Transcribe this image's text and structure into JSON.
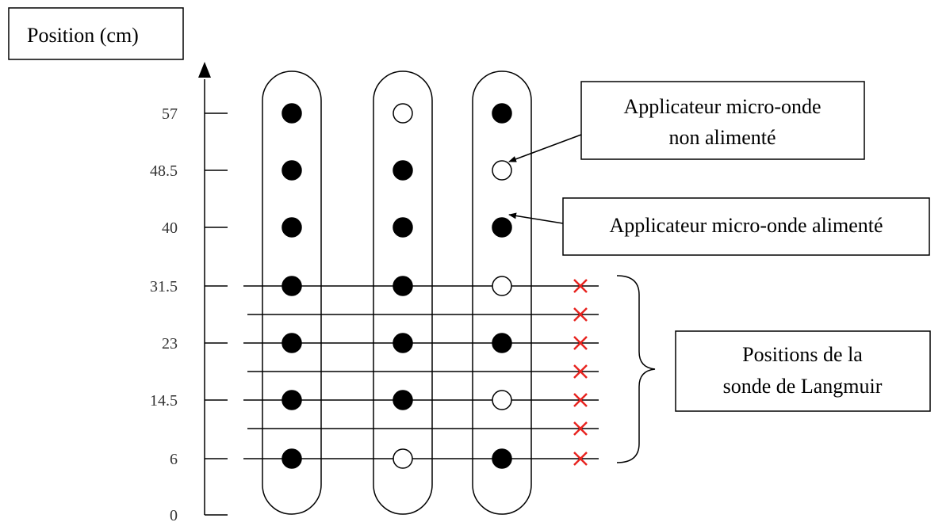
{
  "axis": {
    "title": "Position (cm)",
    "ticks": [
      "57",
      "48.5",
      "40",
      "31.5",
      "23",
      "14.5",
      "6",
      "0"
    ]
  },
  "columns": [
    {
      "states": [
        "on",
        "on",
        "on",
        "on",
        "on",
        "on",
        "on"
      ]
    },
    {
      "states": [
        "off",
        "on",
        "on",
        "on",
        "on",
        "on",
        "off"
      ]
    },
    {
      "states": [
        "on",
        "off",
        "on",
        "off",
        "on",
        "off",
        "on"
      ]
    }
  ],
  "callouts": {
    "off_label_line1": "Applicateur micro-onde",
    "off_label_line2": "non alimenté",
    "on_label": "Applicateur micro-onde alimenté",
    "probe_label_line1": "Positions de la",
    "probe_label_line2": "sonde de Langmuir"
  },
  "probe_positions_count": 7,
  "colors": {
    "probe_marker": "#e8231f",
    "line": "#000000",
    "tick_text": "#333333"
  }
}
